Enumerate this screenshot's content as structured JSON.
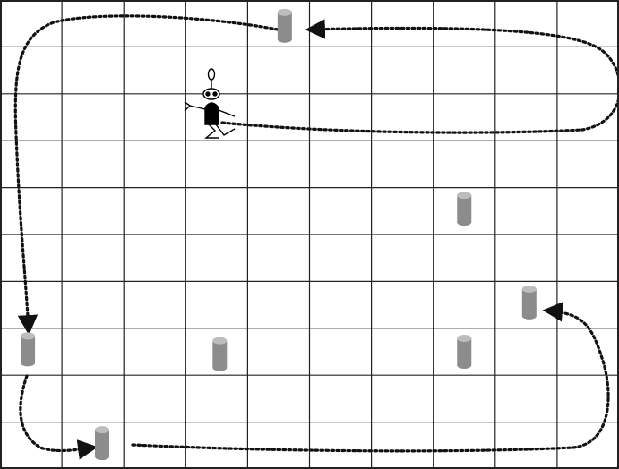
{
  "colors": {
    "background": "#ffffff",
    "grid": "#222222",
    "path": "#111111",
    "cylinder_body": "#8c8c8c",
    "cylinder_top": "#bdbdbd",
    "robot": "#000000"
  },
  "grid": {
    "columns": 10,
    "rows": 10
  },
  "icons": {
    "robot": "robot-figure-icon",
    "obstacle": "cylinder-obstacle-icon"
  },
  "obstacles": [
    {
      "id": "cyl-top",
      "col": 4.6,
      "row": 0.55
    },
    {
      "id": "cyl-right-mid",
      "col": 7.5,
      "row": 4.45
    },
    {
      "id": "cyl-right-low",
      "col": 8.55,
      "row": 6.45
    },
    {
      "id": "cyl-left",
      "col": 0.45,
      "row": 7.45
    },
    {
      "id": "cyl-center",
      "col": 3.55,
      "row": 7.55
    },
    {
      "id": "cyl-right-bottom",
      "col": 7.5,
      "row": 7.5
    },
    {
      "id": "cyl-bottom-left",
      "col": 1.65,
      "row": 9.45
    }
  ]
}
